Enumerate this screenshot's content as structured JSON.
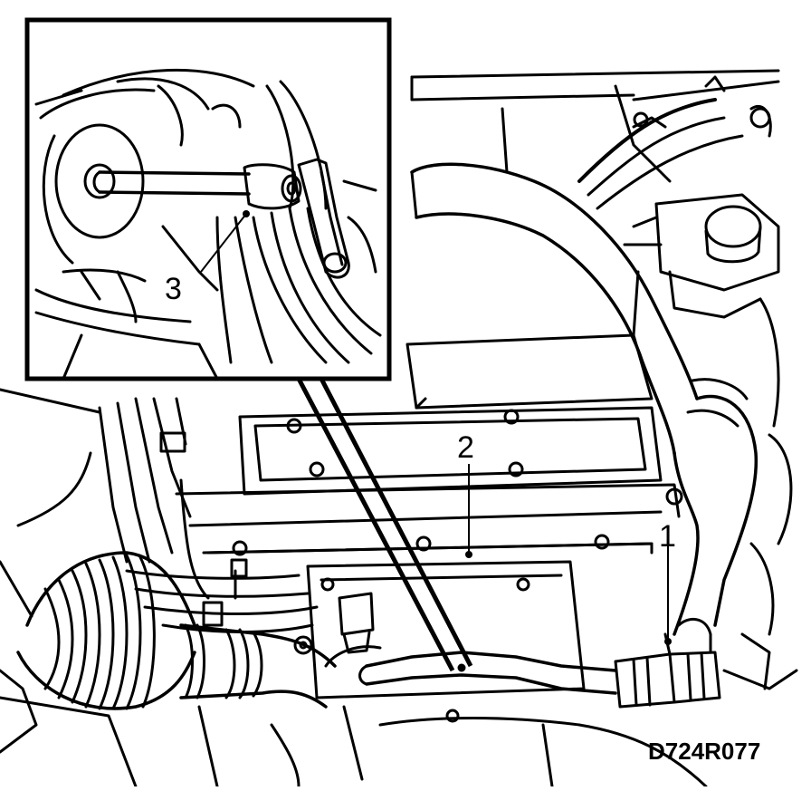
{
  "figure": {
    "reference_code": "D724R077",
    "callouts": [
      {
        "id": "callout-1",
        "label": "1"
      },
      {
        "id": "callout-2",
        "label": "2"
      },
      {
        "id": "callout-3",
        "label": "3"
      }
    ]
  }
}
